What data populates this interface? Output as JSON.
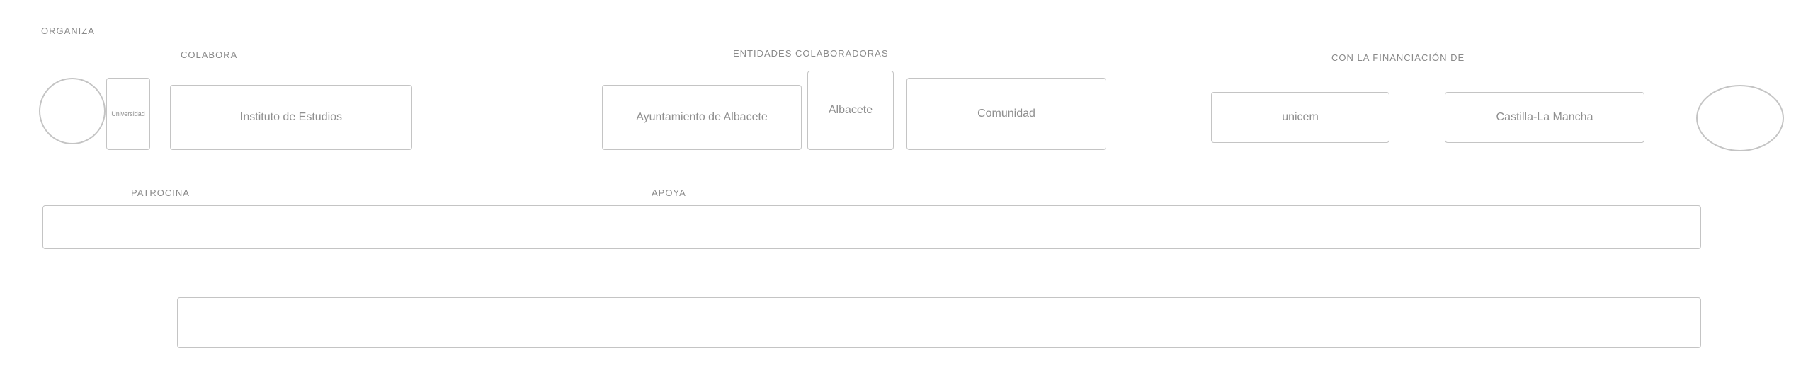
{
  "sections": [
    {
      "heading": "Organiza"
    },
    {
      "heading": "Colabora"
    },
    {
      "heading": "Entidades colaboradoras"
    },
    {
      "heading": "Patrocina"
    },
    {
      "heading": "Apoya"
    },
    {
      "heading": "Con la financiación de"
    }
  ],
  "logos": [
    {
      "label": "Universidad"
    },
    {
      "label": "Instituto de Estudios"
    },
    {
      "label": "Ayuntamiento de Albacete"
    },
    {
      "label": "Albacete"
    },
    {
      "label": "Comunidad"
    },
    {
      "label": "unicem"
    },
    {
      "label": "Castilla-La Mancha"
    }
  ],
  "colors": {
    "background": "#ffffff",
    "foreground": "#f3f3f3"
  }
}
